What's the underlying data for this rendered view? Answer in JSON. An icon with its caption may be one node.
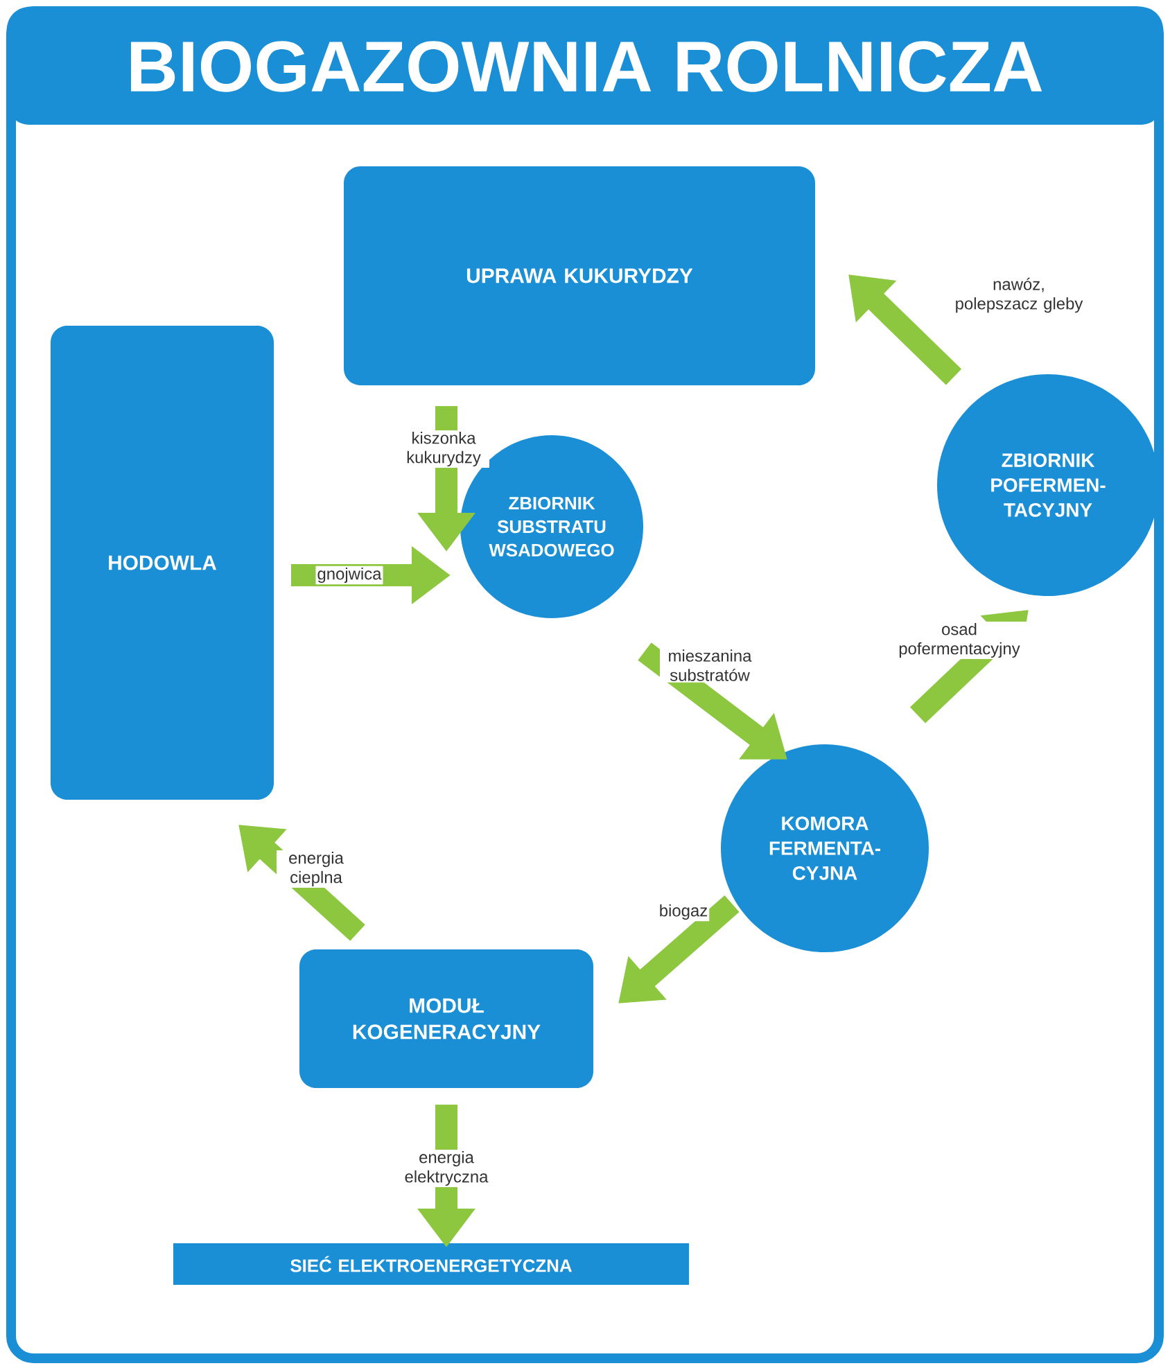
{
  "diagram": {
    "title": "BIOGAZOWNIA ROLNICZA",
    "nodes": [
      {
        "text": [
          "UPRAWA KUKURYDZY"
        ]
      },
      {
        "text": [
          "HODOWLA"
        ]
      },
      {
        "text": [
          "ZBIORNIK SUBSTRATU WSADOWEGO"
        ]
      },
      {
        "text": [
          "ZBIORNIK POFERMEN-TACYJNY"
        ]
      },
      {
        "text": [
          "KOMORA FERMENTA-CYJNA"
        ]
      },
      {
        "text": [
          "MODUŁ KOGENERACYJNY"
        ]
      },
      {
        "text": [
          "SIEĆ ELEKTROENERGETYCZNA"
        ]
      }
    ],
    "edges": [
      {
        "from": 0,
        "to": 2,
        "arrow": "to",
        "label": "kiszonka kukurydzy"
      },
      {
        "from": 1,
        "to": 2,
        "arrow": "to",
        "label": "gnojwica"
      },
      {
        "from": 2,
        "to": 4,
        "arrow": "to",
        "label": "mieszanina substratów"
      },
      {
        "from": 4,
        "to": 3,
        "arrow": "to",
        "label": "osad pofermentacyjny"
      },
      {
        "from": 3,
        "to": 0,
        "arrow": "to",
        "label": "nawóz, polepszacz gleby"
      },
      {
        "from": 4,
        "to": 5,
        "arrow": "to",
        "label": "biogaz"
      },
      {
        "from": 5,
        "to": 1,
        "arrow": "to",
        "label": "energia cieplna"
      },
      {
        "from": 5,
        "to": 6,
        "arrow": "to",
        "label": "energia elektryczna"
      }
    ]
  }
}
